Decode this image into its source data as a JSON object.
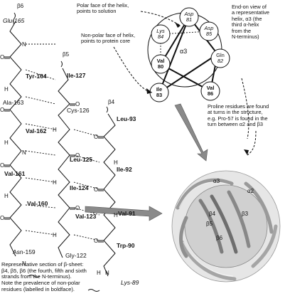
{
  "sheet": {
    "strand_labels": {
      "b6": "β6",
      "b5": "β5",
      "b4": "β4"
    },
    "col1": [
      "Glu-165",
      "Tyr-164",
      "Ala-163",
      "Val-162",
      "Val-161",
      "Val-160",
      "Asn-159"
    ],
    "col2": [
      "Ile-127",
      "Cys-126",
      "Leu-125",
      "Ile-124",
      "Val-123",
      "Gly-122"
    ],
    "col3": [
      "Leu-93",
      "Ile-92",
      "Val-91",
      "Trp-90",
      "Lys-89"
    ],
    "atoms": {
      "N": "N",
      "H": "H",
      "O": "O"
    },
    "caption": [
      "Representative section of β-sheet:",
      "β4, β5, β6 (the fourth, fifth and sixth",
      "strands from the N-terminus).",
      "Note the prevalence of non-polar",
      "residues (labelled in boldface)."
    ]
  },
  "helix": {
    "center_label": "α3",
    "residues": [
      {
        "name": "Asp",
        "num": "81"
      },
      {
        "name": "Asp",
        "num": "85"
      },
      {
        "name": "Gln",
        "num": "82"
      },
      {
        "name": "Val",
        "num": "86"
      },
      {
        "name": "Ile",
        "num": "83"
      },
      {
        "name": "Val",
        "num": "80"
      },
      {
        "name": "Lys",
        "num": "84"
      }
    ],
    "polar_note": [
      "Polar face of the helix,",
      "points to solution"
    ],
    "nonpolar_note": [
      "Non-polar face of helix,",
      "points to protein core"
    ],
    "endon_note": [
      "End-on view of",
      "a representative",
      "helix, α3 (the",
      "third α-helix",
      "from the",
      "N-terminus)"
    ]
  },
  "structure": {
    "proline_note": [
      "Proline residues are found",
      "at turns in the structure,",
      "e.g. Pro-57 is found in the",
      "turn between α2 and β3"
    ],
    "labels": {
      "a3": "α3",
      "a2": "α2",
      "b4": "β4",
      "b5": "β5",
      "b6": "β6",
      "b3": "β3"
    }
  }
}
